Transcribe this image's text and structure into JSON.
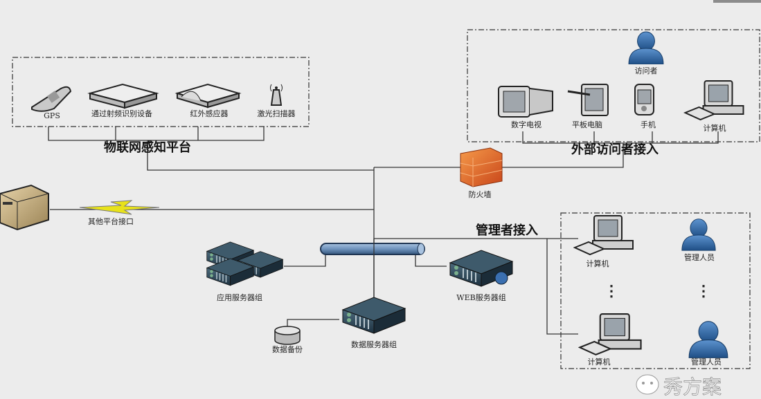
{
  "iot_platform": {
    "title": "物联网感知平台",
    "devices": [
      {
        "label": "GPS",
        "icon": "gps-handheld-icon"
      },
      {
        "label": "通过射频识别设备",
        "icon": "rfid-reader-icon"
      },
      {
        "label": "红外感应器",
        "icon": "infrared-sensor-icon"
      },
      {
        "label": "激光扫描器",
        "icon": "laser-scanner-icon"
      }
    ]
  },
  "external_access": {
    "title": "外部访问者接入",
    "visitor_label": "访问者",
    "devices": [
      {
        "label": "数字电视",
        "icon": "tv-icon"
      },
      {
        "label": "平板电脑",
        "icon": "tablet-icon"
      },
      {
        "label": "手机",
        "icon": "phone-icon"
      },
      {
        "label": "计算机",
        "icon": "computer-icon"
      }
    ]
  },
  "firewall": {
    "label": "防火墙",
    "icon": "firewall-icon"
  },
  "other_platform": {
    "label": "其他平台接口",
    "icon": "server-icon"
  },
  "servers": {
    "app": "应用服务器组",
    "web": "WEB服务器组",
    "data": "数据服务器组",
    "backup": "数据备份"
  },
  "manager_access": {
    "title": "管理者接入",
    "computer_label": "计算机",
    "person_label": "管理人员",
    "ellipsis": "⋮"
  },
  "watermark": {
    "text": "秀方案"
  },
  "colors": {
    "background": "#ececec",
    "person": "#2f6aa8",
    "firewall": "#e0651e",
    "server": "#2e4a5c",
    "bus": "#6f93bd",
    "lightning": "#e8e21a"
  }
}
